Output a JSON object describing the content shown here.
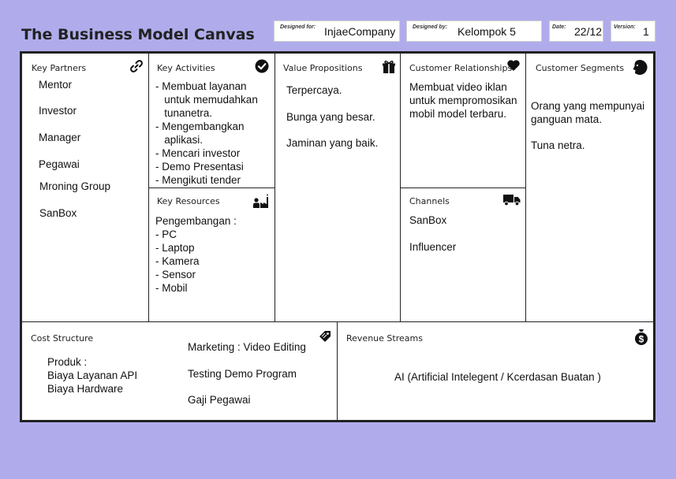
{
  "title": "The Business Model Canvas",
  "meta": {
    "designed_for_label": "Designed for:",
    "designed_for": "InjaeCompany",
    "designed_by_label": "Designed by:",
    "designed_by": "Kelompok 5",
    "date_label": "Date:",
    "date": "22/12",
    "version_label": "Version:",
    "version": "1"
  },
  "key_partners": {
    "label": "Key Partners",
    "items": [
      "Mentor",
      "Investor",
      "Manager",
      "Pegawai",
      "Mroning Group",
      "SanBox"
    ]
  },
  "key_activities": {
    "label": "Key Activities",
    "text": "- Membuat layanan\n   untuk memudahkan\n   tunanetra.\n- Mengembangkan\n   aplikasi.\n- Mencari investor\n- Demo Presentasi\n- Mengikuti tender"
  },
  "key_resources": {
    "label": "Key Resources",
    "text": "Pengembangan :\n- PC\n- Laptop\n- Kamera\n- Sensor\n- Mobil"
  },
  "value_propositions": {
    "label": "Value Propositions",
    "items": [
      "Terpercaya.",
      "Bunga yang besar.",
      "Jaminan yang baik."
    ]
  },
  "customer_relationships": {
    "label": "Customer Relationships",
    "text": "Membuat video iklan\nuntuk mempromosikan\nmobil model terbaru."
  },
  "channels": {
    "label": "Channels",
    "items": [
      "SanBox",
      "Influencer"
    ]
  },
  "customer_segments": {
    "label": "Customer Segments",
    "text": "Orang yang mempunyai\nganguan mata.",
    "text2": "Tuna netra."
  },
  "cost_structure": {
    "label": "Cost Structure",
    "left_text": "Produk :\nBiaya Layanan API\nBiaya Hardware",
    "right_items": [
      "Marketing : Video Editing",
      "Testing Demo Program",
      "Gaji Pegawai"
    ]
  },
  "revenue_streams": {
    "label": "Revenue Streams",
    "text": "AI (Artificial Intelegent / Kcerdasan Buatan )"
  },
  "icons": {
    "key_partners": "link-icon",
    "key_activities": "checkmark-icon",
    "key_resources": "factory-worker-icon",
    "value_propositions": "gift-icon",
    "customer_relationships": "heart-icon",
    "channels": "truck-icon",
    "customer_segments": "person-head-icon",
    "cost_structure": "price-tag-icon",
    "revenue_streams": "money-bag-icon"
  }
}
